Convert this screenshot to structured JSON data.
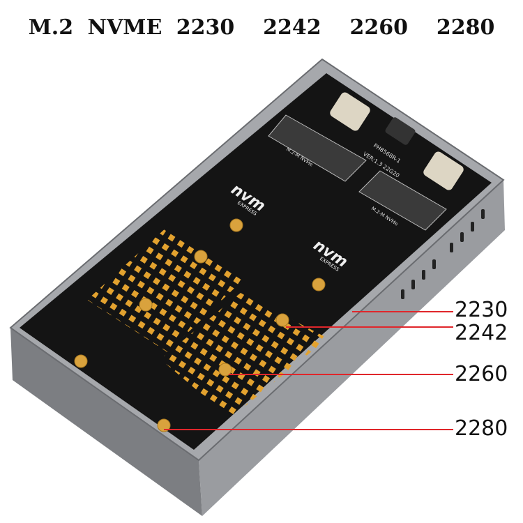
{
  "title": "M.2 NVME 2230  2242  2260  2280",
  "size_labels": [
    "2230",
    "2242",
    "2260",
    "2280"
  ],
  "board_text": {
    "slot_label": "M.2-M NVMe",
    "model": "PH8568R-1",
    "version": "VER:1.3  22G20",
    "logo_main": "nvm",
    "logo_sub": "EXPRESS"
  },
  "colors": {
    "annotation_line": "#e0262b",
    "pcb": "#141414",
    "pad_gold": "#e3a22f",
    "enclosure": "#8d8f93",
    "background": "#ffffff"
  }
}
